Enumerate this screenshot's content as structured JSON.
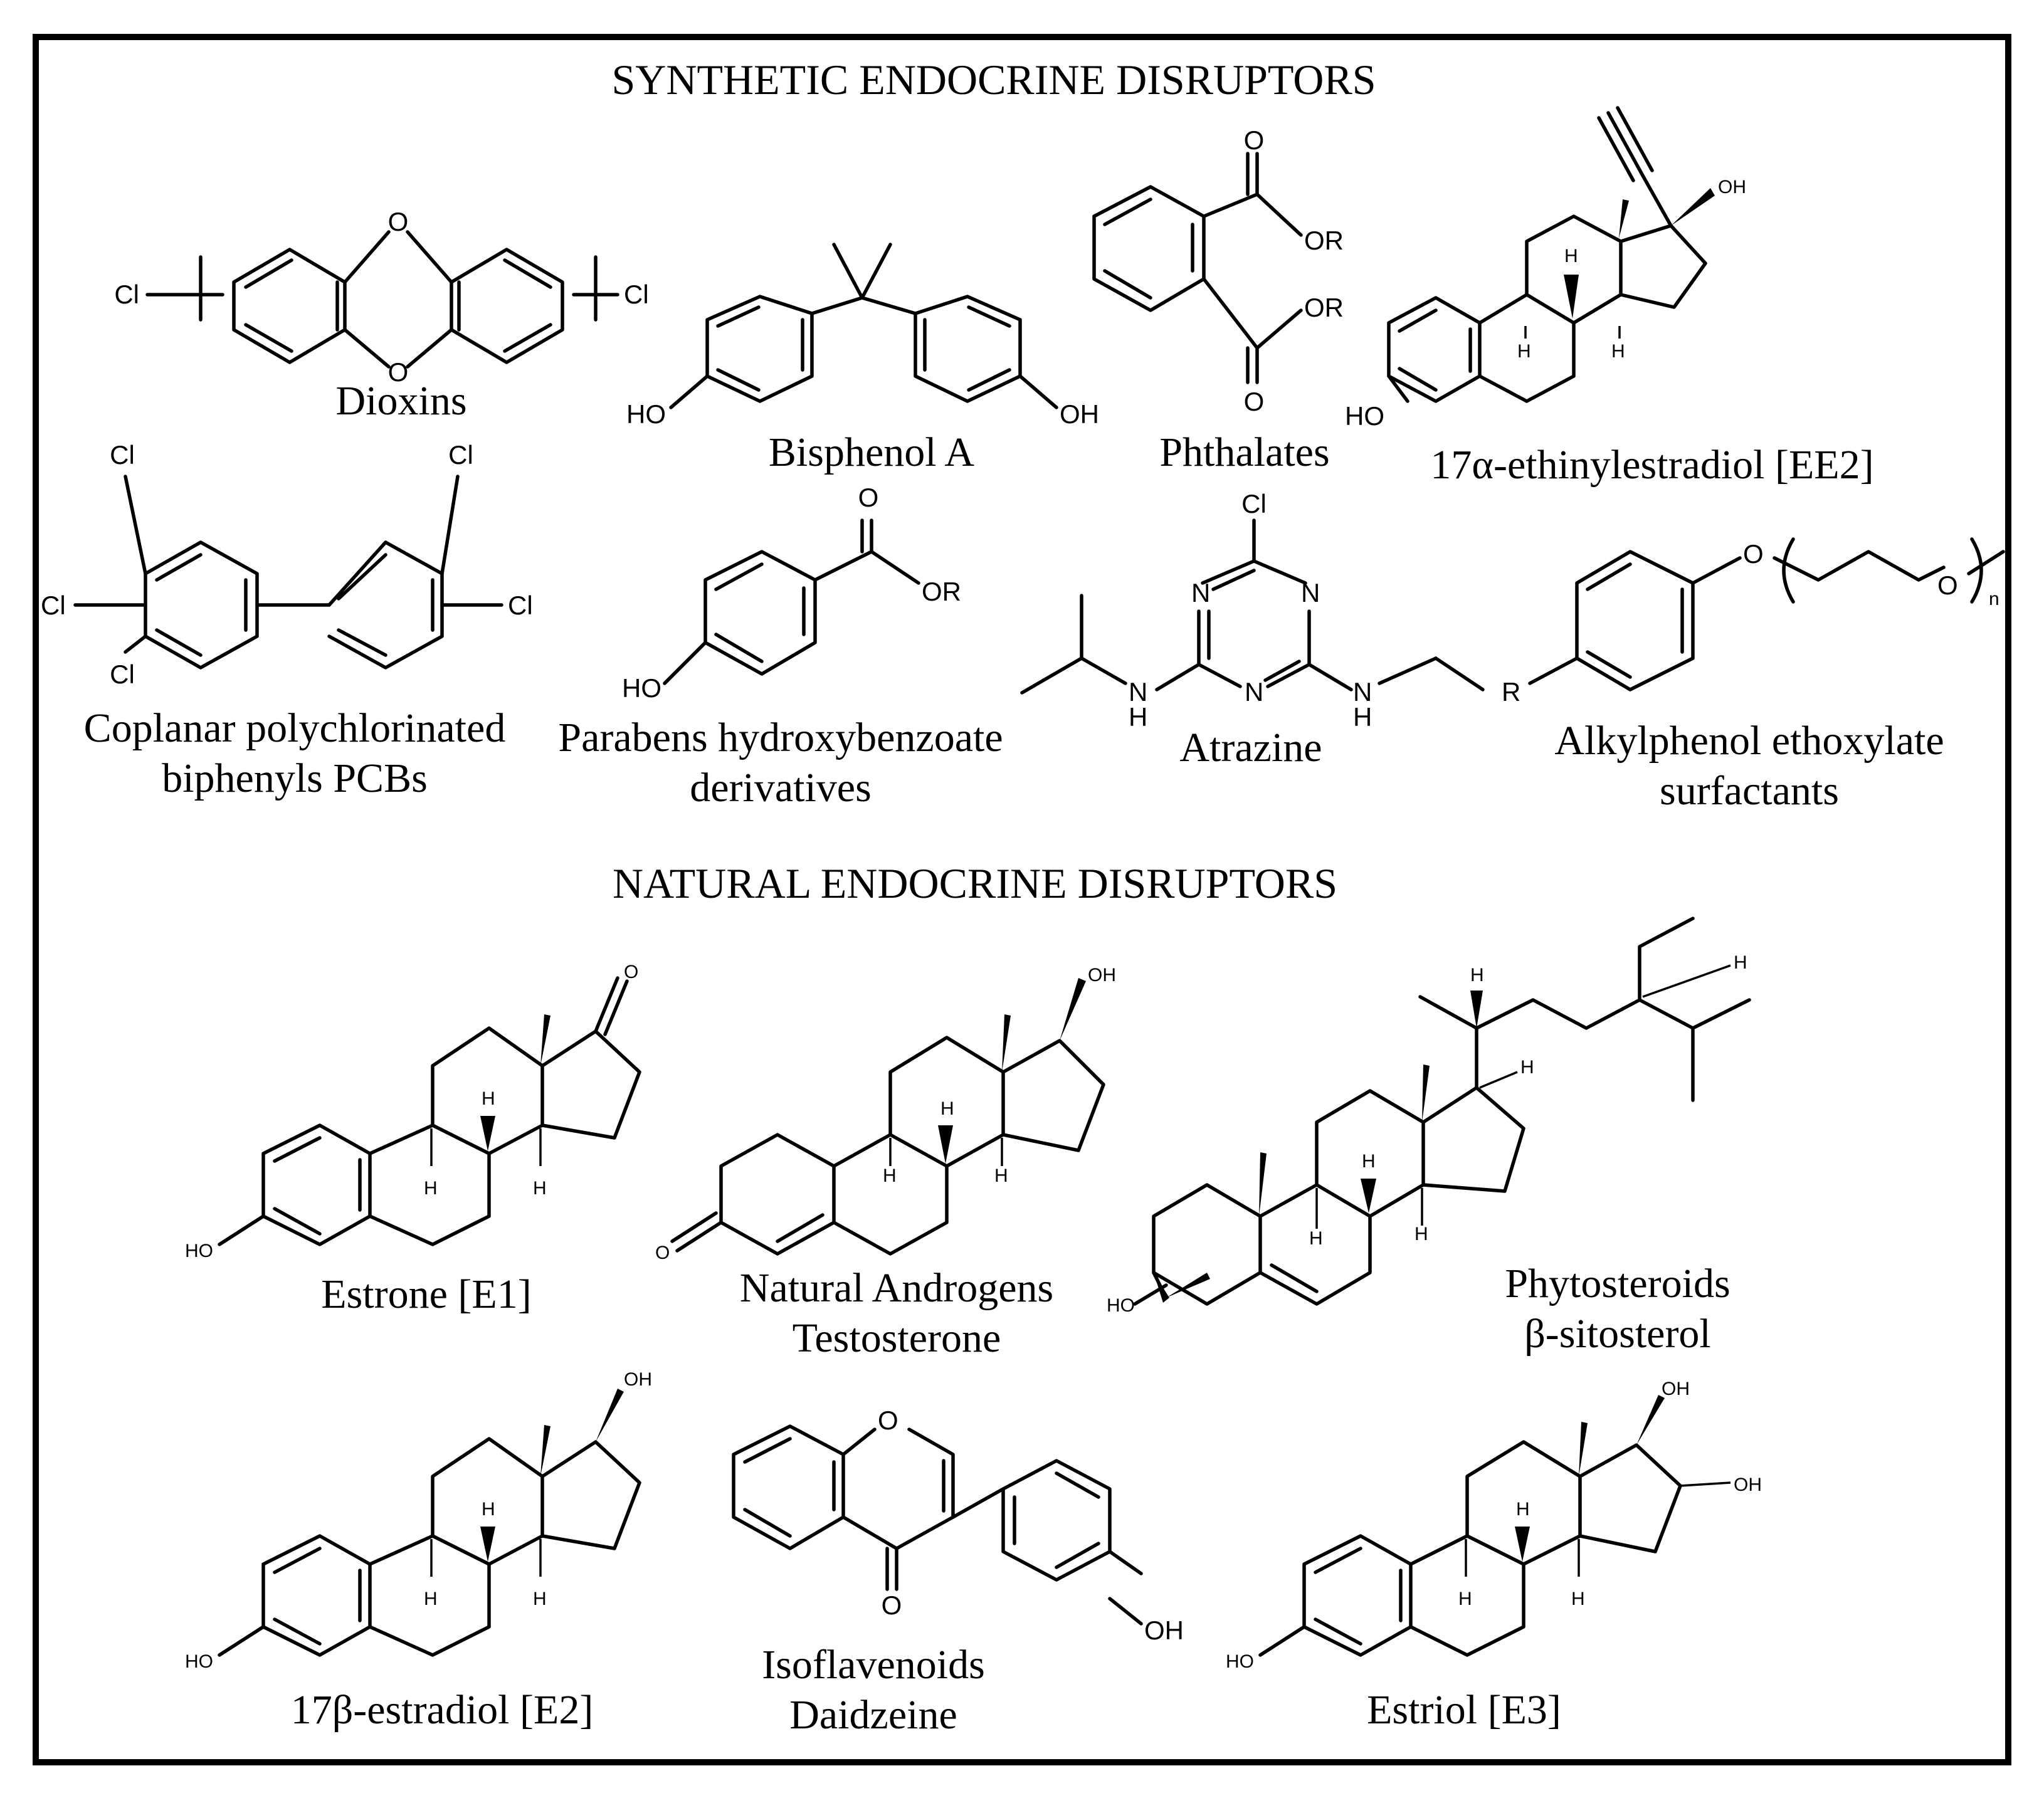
{
  "headings": {
    "synthetic": "SYNTHETIC ENDOCRINE DISRUPTORS",
    "natural": "NATURAL ENDOCRINE DISRUPTORS"
  },
  "synthetic": [
    {
      "name": "Dioxins"
    },
    {
      "name": "Bisphenol A"
    },
    {
      "name": "Phthalates"
    },
    {
      "name": "17α-ethinylestradiol [EE2]"
    },
    {
      "name_line1": "Coplanar polychlorinated",
      "name_line2": "biphenyls PCBs"
    },
    {
      "name_line1": "Parabens hydroxybenzoate",
      "name_line2": "derivatives"
    },
    {
      "name": "Atrazine"
    },
    {
      "name_line1": "Alkylphenol ethoxylate",
      "name_line2": "surfactants"
    }
  ],
  "natural": [
    {
      "name": "Estrone [E1]"
    },
    {
      "name_line1": "Natural Androgens",
      "name_line2": "Testosterone"
    },
    {
      "name_line1": "Phytosteroids",
      "name_line2": "β-sitosterol"
    },
    {
      "name": "17β-estradiol [E2]"
    },
    {
      "name_line1": "Isoflavenoids",
      "name_line2": "Daidzeine"
    },
    {
      "name": "Estriol [E3]"
    }
  ],
  "atom_labels": {
    "o": "O",
    "cl": "Cl",
    "ho": "HO",
    "oh": "OH",
    "or": "OR",
    "n": "N",
    "nh": "N",
    "h": "H",
    "r": "R",
    "sub_n": "n"
  }
}
